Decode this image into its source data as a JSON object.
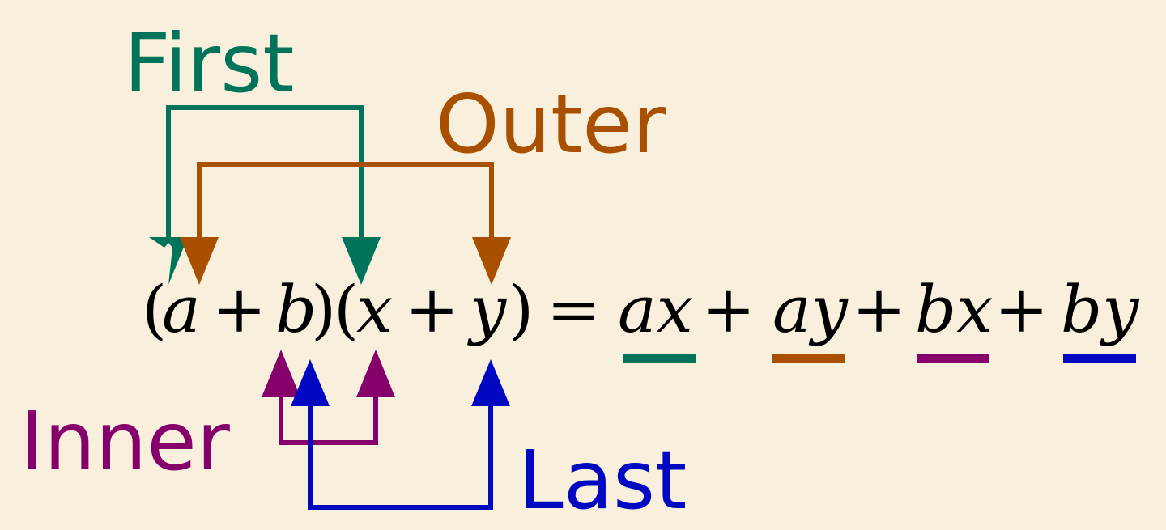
{
  "title": "FOIL method diagram",
  "colors": {
    "background": "#f8f0dc",
    "first": "#00745a",
    "outer": "#a94f00",
    "inner": "#86006b",
    "last": "#0008c2",
    "math": "#000000"
  },
  "labels": {
    "first": "First",
    "outer": "Outer",
    "inner": "Inner",
    "last": "Last"
  },
  "equation": {
    "lhs": {
      "open1": "(",
      "a": "a",
      "plus1": "+",
      "b": "b",
      "close1": ")",
      "open2": "(",
      "x": "x",
      "plus2": "+",
      "y": "y",
      "close2": ")"
    },
    "equals": "=",
    "terms": [
      {
        "text": "ax",
        "type": "first",
        "color": "#00745a"
      },
      {
        "text": "ay",
        "type": "outer",
        "color": "#a94f00"
      },
      {
        "text": "bx",
        "type": "inner",
        "color": "#86006b"
      },
      {
        "text": "by",
        "type": "last",
        "color": "#0008c2"
      }
    ],
    "plus": "+"
  }
}
